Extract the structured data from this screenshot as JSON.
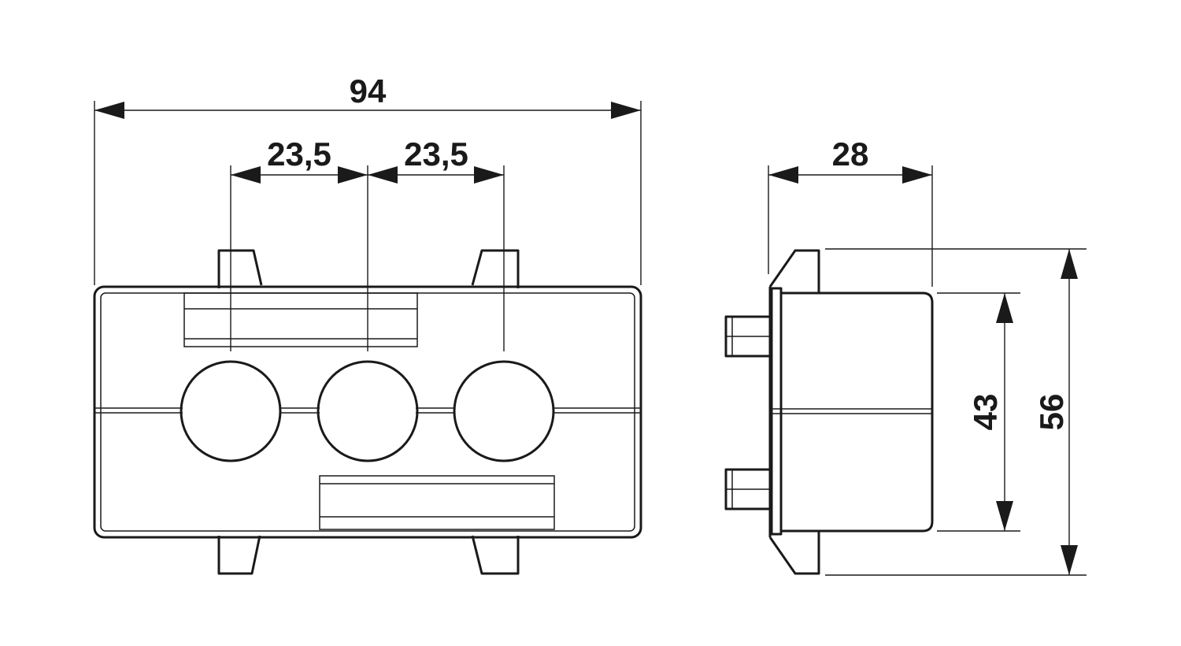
{
  "dimensions": {
    "overall_width": "94",
    "pitch_left": "23,5",
    "pitch_right": "23,5",
    "depth": "28",
    "inner_height": "43",
    "overall_height": "56"
  }
}
